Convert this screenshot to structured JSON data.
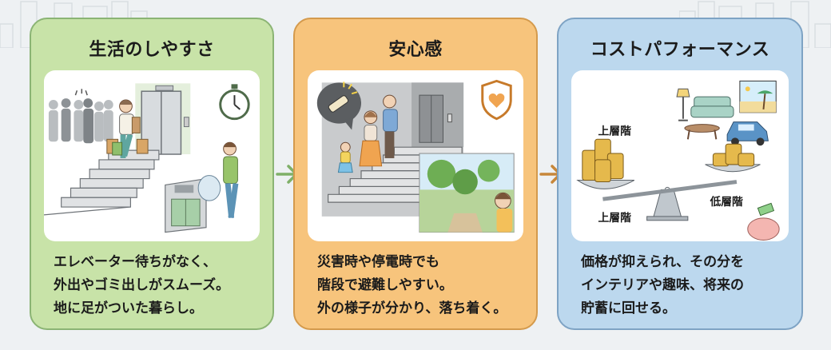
{
  "colors": {
    "background": "#eef1f3",
    "green_card": "#c8e3a8",
    "orange_card": "#f7c47c",
    "blue_card": "#bcd8ee"
  },
  "cards": [
    {
      "title": "生活のしやすさ",
      "theme": "green",
      "icon": "stopwatch-icon",
      "description": [
        "エレベーター待ちがなく、",
        "外出やゴミ出しがスムーズ。",
        "地に足がついた暮らし。"
      ]
    },
    {
      "title": "安心感",
      "theme": "orange",
      "icon": "shield-heart-icon",
      "description": [
        "災害時や停電時でも",
        "階段で避難しやすい。",
        "外の様子が分かり、落ち着く。"
      ]
    },
    {
      "title": "コストパフォーマンス",
      "theme": "blue",
      "icon": "scale-icon",
      "illustration_labels": {
        "upper_floor_top": "上層階",
        "upper_floor_bottom": "上層階",
        "lower_floor": "低層階"
      },
      "description": [
        "価格が抑えられ、その分を",
        "インテリアや趣味、将来の",
        "貯蓄に回せる。"
      ]
    }
  ],
  "arrows": [
    "arrow-right-icon",
    "arrow-right-icon"
  ]
}
